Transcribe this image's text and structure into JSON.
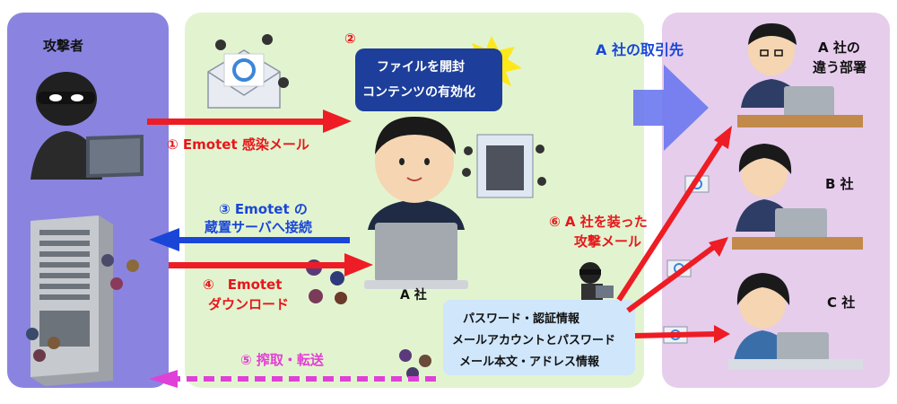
{
  "panels": {
    "attacker_title": "攻撃者",
    "company_a": "A 社",
    "partners_title": "A 社の取引先"
  },
  "steps": {
    "s1": "① Emotet 感染メール",
    "s2_num": "②",
    "s2_line1": "ファイルを開封",
    "s2_line2": "コンテンツの有効化",
    "s3_line1": "③ Emotet の",
    "s3_line2": "蔵置サーバへ接続",
    "s4_line1": "④　Emotet",
    "s4_line2": "ダウンロード",
    "s5": "⑤ 搾取・転送",
    "s6_line1": "⑥ A 社を装った",
    "s6_line2": "攻撃メール"
  },
  "stolen_info": {
    "line1": "パスワード・認証情報",
    "line2": "メールアカウントとパスワード",
    "line3": "メール本文・アドレス情報"
  },
  "targets": {
    "dept_line1": "A 社の",
    "dept_line2": "違う部署",
    "b": "B 社",
    "c": "C 社"
  },
  "colors": {
    "attacker_panel": "#8a84e0",
    "company_panel": "#e2f4cf",
    "partner_panel": "#e6cdec",
    "arrow_red": "#ee1c24",
    "arrow_blue": "#1a46d8",
    "arrow_magenta": "#e040d8",
    "popup_bg": "#1d3e9a",
    "info_bg": "#cfe6fb"
  }
}
